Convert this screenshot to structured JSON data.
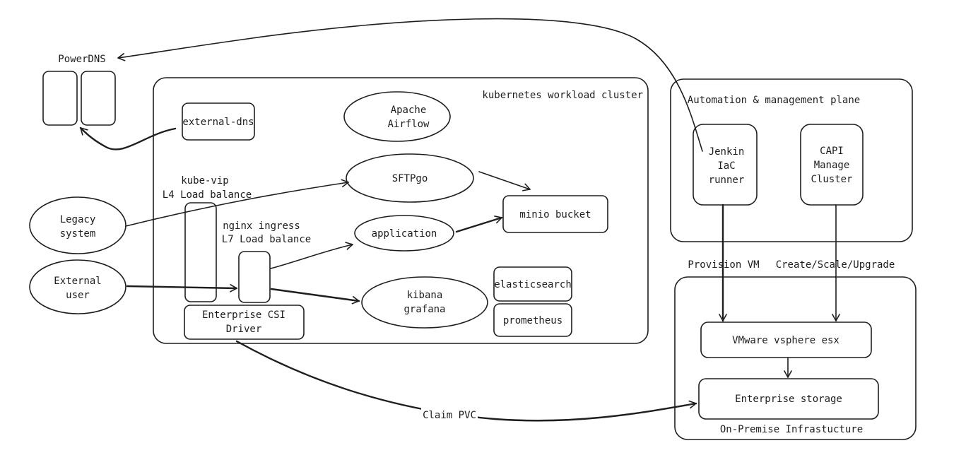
{
  "diagram": {
    "clusters": {
      "k8s": "kubernetes workload cluster",
      "automation": "Automation & management plane",
      "onprem": "On-Premise Infrastucture"
    },
    "nodes": {
      "powerdns": "PowerDNS",
      "external_dns": "external-dns",
      "airflow": [
        "Apache",
        "Airflow"
      ],
      "sftpgo": "SFTPgo",
      "minio": "minio bucket",
      "application": "application",
      "kibana": [
        "kibana",
        "grafana"
      ],
      "elasticsearch": "elasticsearch",
      "prometheus": "prometheus",
      "legacy": [
        "Legacy",
        "system"
      ],
      "external_user": [
        "External",
        "user"
      ],
      "kube_vip": [
        "kube-vip",
        "L4 Load balance"
      ],
      "nginx": [
        "nginx ingress",
        "L7 Load balance"
      ],
      "csi": [
        "Enterprise CSI",
        "Driver"
      ],
      "jenkins": [
        "Jenkin",
        "IaC",
        "runner"
      ],
      "capi": [
        "CAPI",
        "Manage",
        "Cluster"
      ],
      "vsphere": "VMware vsphere esx",
      "storage": "Enterprise storage"
    },
    "edges": {
      "provision": "Provision VM",
      "create": "Create/Scale/Upgrade",
      "claim": "Claim PVC"
    }
  }
}
